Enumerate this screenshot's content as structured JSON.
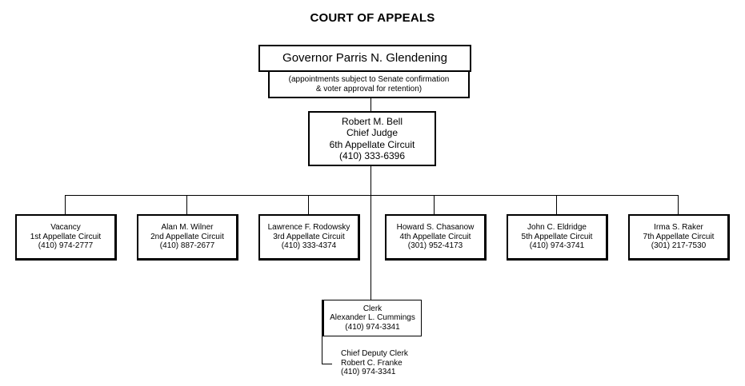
{
  "title": "COURT OF APPEALS",
  "governor": {
    "name": "Governor Parris N. Glendening",
    "note_line1": "(appointments subject to Senate confirmation",
    "note_line2": "& voter approval for retention)"
  },
  "chief_judge": {
    "name": "Robert M. Bell",
    "role": "Chief Judge",
    "circuit": "6th Appellate Circuit",
    "phone": "(410) 333-6396"
  },
  "judges": [
    {
      "name": "Vacancy",
      "circuit": "1st Appellate Circuit",
      "phone": "(410) 974-2777"
    },
    {
      "name": "Alan M. Wilner",
      "circuit": "2nd Appellate Circuit",
      "phone": "(410) 887-2677"
    },
    {
      "name": "Lawrence F. Rodowsky",
      "circuit": "3rd Appellate Circuit",
      "phone": "(410) 333-4374"
    },
    {
      "name": "Howard S. Chasanow",
      "circuit": "4th Appellate Circuit",
      "phone": "(301) 952-4173"
    },
    {
      "name": "John C. Eldridge",
      "circuit": "5th Appellate Circuit",
      "phone": "(410) 974-3741"
    },
    {
      "name": "Irma S. Raker",
      "circuit": "7th Appellate Circuit",
      "phone": "(301) 217-7530"
    }
  ],
  "clerk": {
    "role": "Clerk",
    "name": "Alexander L. Cummings",
    "phone": "(410) 974-3341"
  },
  "deputy_clerk": {
    "role": "Chief Deputy Clerk",
    "name": "Robert C. Franke",
    "phone": "(410) 974-3341"
  }
}
